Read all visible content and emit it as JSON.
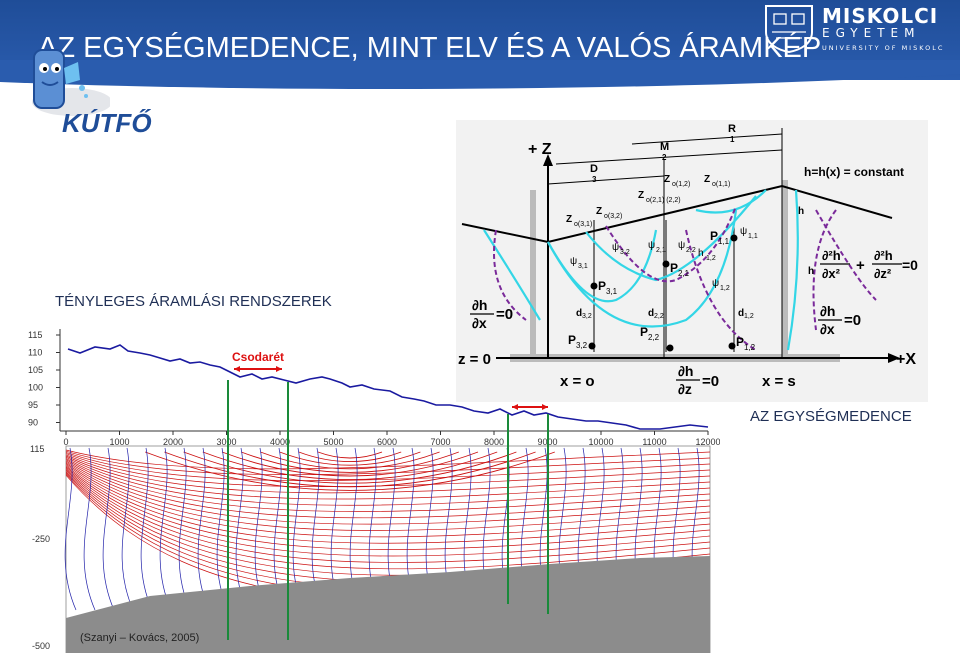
{
  "slide": {
    "title": "AZ EGYSÉGMEDENCE, MINT ELV ÉS A VALÓS ÁRAMKÉP",
    "label_real": "TÉNYLEGES ÁRAMLÁSI RENDSZEREK",
    "label_unit_basin": "AZ EGYSÉGMEDENCE",
    "citation": "(Szanyi – Kovács, 2005)"
  },
  "logos": {
    "kutfo": "KÚTFŐ",
    "university_name": "MISKOLCI",
    "university_sub": "EGYETEM",
    "university_en": "UNIVERSITY OF MISKOLC"
  },
  "profile": {
    "y_ticks": [
      "115",
      "110",
      "105",
      "100",
      "95",
      "90"
    ],
    "x_ticks": [
      "0",
      "1000",
      "2000",
      "3000",
      "4000",
      "5000",
      "6000",
      "7000",
      "8000",
      "9000",
      "10000",
      "11000",
      "12000"
    ],
    "annotation": "Csodarét",
    "lower_y_ticks": [
      "115",
      "-250",
      "-500"
    ]
  },
  "diagram": {
    "z_axis": "+ Z",
    "x_axis": "+X",
    "z_zero": "z = 0",
    "x_zero": "x = o",
    "x_s": "x = s",
    "constant": "h=h(x) = constant",
    "labels": {
      "D": "D",
      "D_sub": "3",
      "M": "M",
      "M_sub": "2",
      "R": "R",
      "R_sub": "1",
      "P11": "P",
      "P11_sub": "1,1",
      "P21": "P",
      "P21_sub": "2,1",
      "P31": "P",
      "P31_sub": "3,1",
      "P12": "P",
      "P12_sub": "1,2",
      "P22": "P",
      "P22_sub": "2,2",
      "P32": "P",
      "P32_sub": "3,2",
      "d12": "d",
      "d12_sub": "1,2",
      "d22": "d",
      "d22_sub": "2,2",
      "d32": "d",
      "d32_sub": "3,2",
      "zo11": "Z",
      "zo11_sub": "o(1,1)",
      "zo12": "Z",
      "zo12_sub": "o(1,2)",
      "zo21": "Z",
      "zo21_sub": "o(2,1) (2,2)",
      "zo31": "Z",
      "zo31_sub": "o(3,1)",
      "zo32": "Z",
      "zo32_sub": "o(3,2)",
      "h": "h",
      "h2": "h",
      "psi11": "ψ",
      "psi11_sub": "1,1",
      "psi12": "ψ",
      "psi12_sub": "1,2",
      "psi21": "ψ",
      "psi21_sub": "2,1",
      "psi22": "ψ",
      "psi22_sub": "2,2",
      "psi31": "ψ",
      "psi31_sub": "3,1",
      "psi32": "ψ",
      "psi32_sub": "3,2",
      "h12": "h",
      "h12_sub": "1,2",
      "bc_left_num": "∂h",
      "bc_left_den": "∂x",
      "bc_left_val": "=0",
      "bc_bottom_num": "∂h",
      "bc_bottom_den": "∂z",
      "bc_bottom_val": "=0",
      "bc_right_num": "∂h",
      "bc_right_den": "∂x",
      "bc_right_val": "=0",
      "laplace": "∂²h/∂x² + ∂²h/∂z² = 0",
      "laplace_a_num": "∂²h",
      "laplace_a_den": "∂x²",
      "laplace_plus": "+",
      "laplace_b_num": "∂²h",
      "laplace_b_den": "∂z²",
      "laplace_val": "=0"
    }
  },
  "colors": {
    "header": "#1f4d98",
    "flowlines": "#cc1111",
    "equipotentials": "#2222aa",
    "wells": "#1a8a3a",
    "cyan_flow": "#33d6e6",
    "purple_dash": "#7a2a9a"
  }
}
